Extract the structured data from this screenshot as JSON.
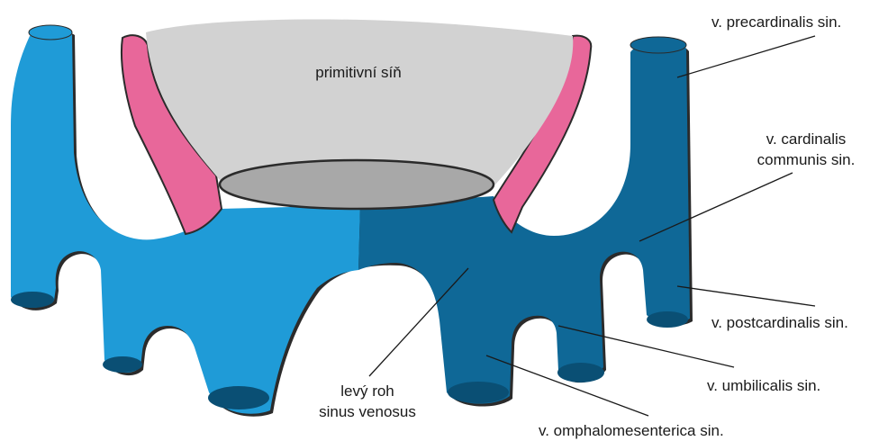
{
  "colors": {
    "right_vein": "#0f6897",
    "left_vein": "#1f9bd7",
    "vein_opening": "#0a4f74",
    "atrium": "#d2d2d2",
    "atrium_opening": "#a8a8a8",
    "atrium_wall": "#e8679a",
    "outline": "#2b2b2b"
  },
  "labels": {
    "atrium": "primitivní síň",
    "precardinalis": "v. precardinalis sin.",
    "cardinalis_1": "v. cardinalis",
    "cardinalis_2": "communis sin.",
    "postcardinalis": "v. postcardinalis sin.",
    "umbilicalis": "v. umbilicalis sin.",
    "omphalo": "v. omphalomesenterica sin.",
    "sinus_1": "levý roh",
    "sinus_2": "sinus venosus"
  }
}
